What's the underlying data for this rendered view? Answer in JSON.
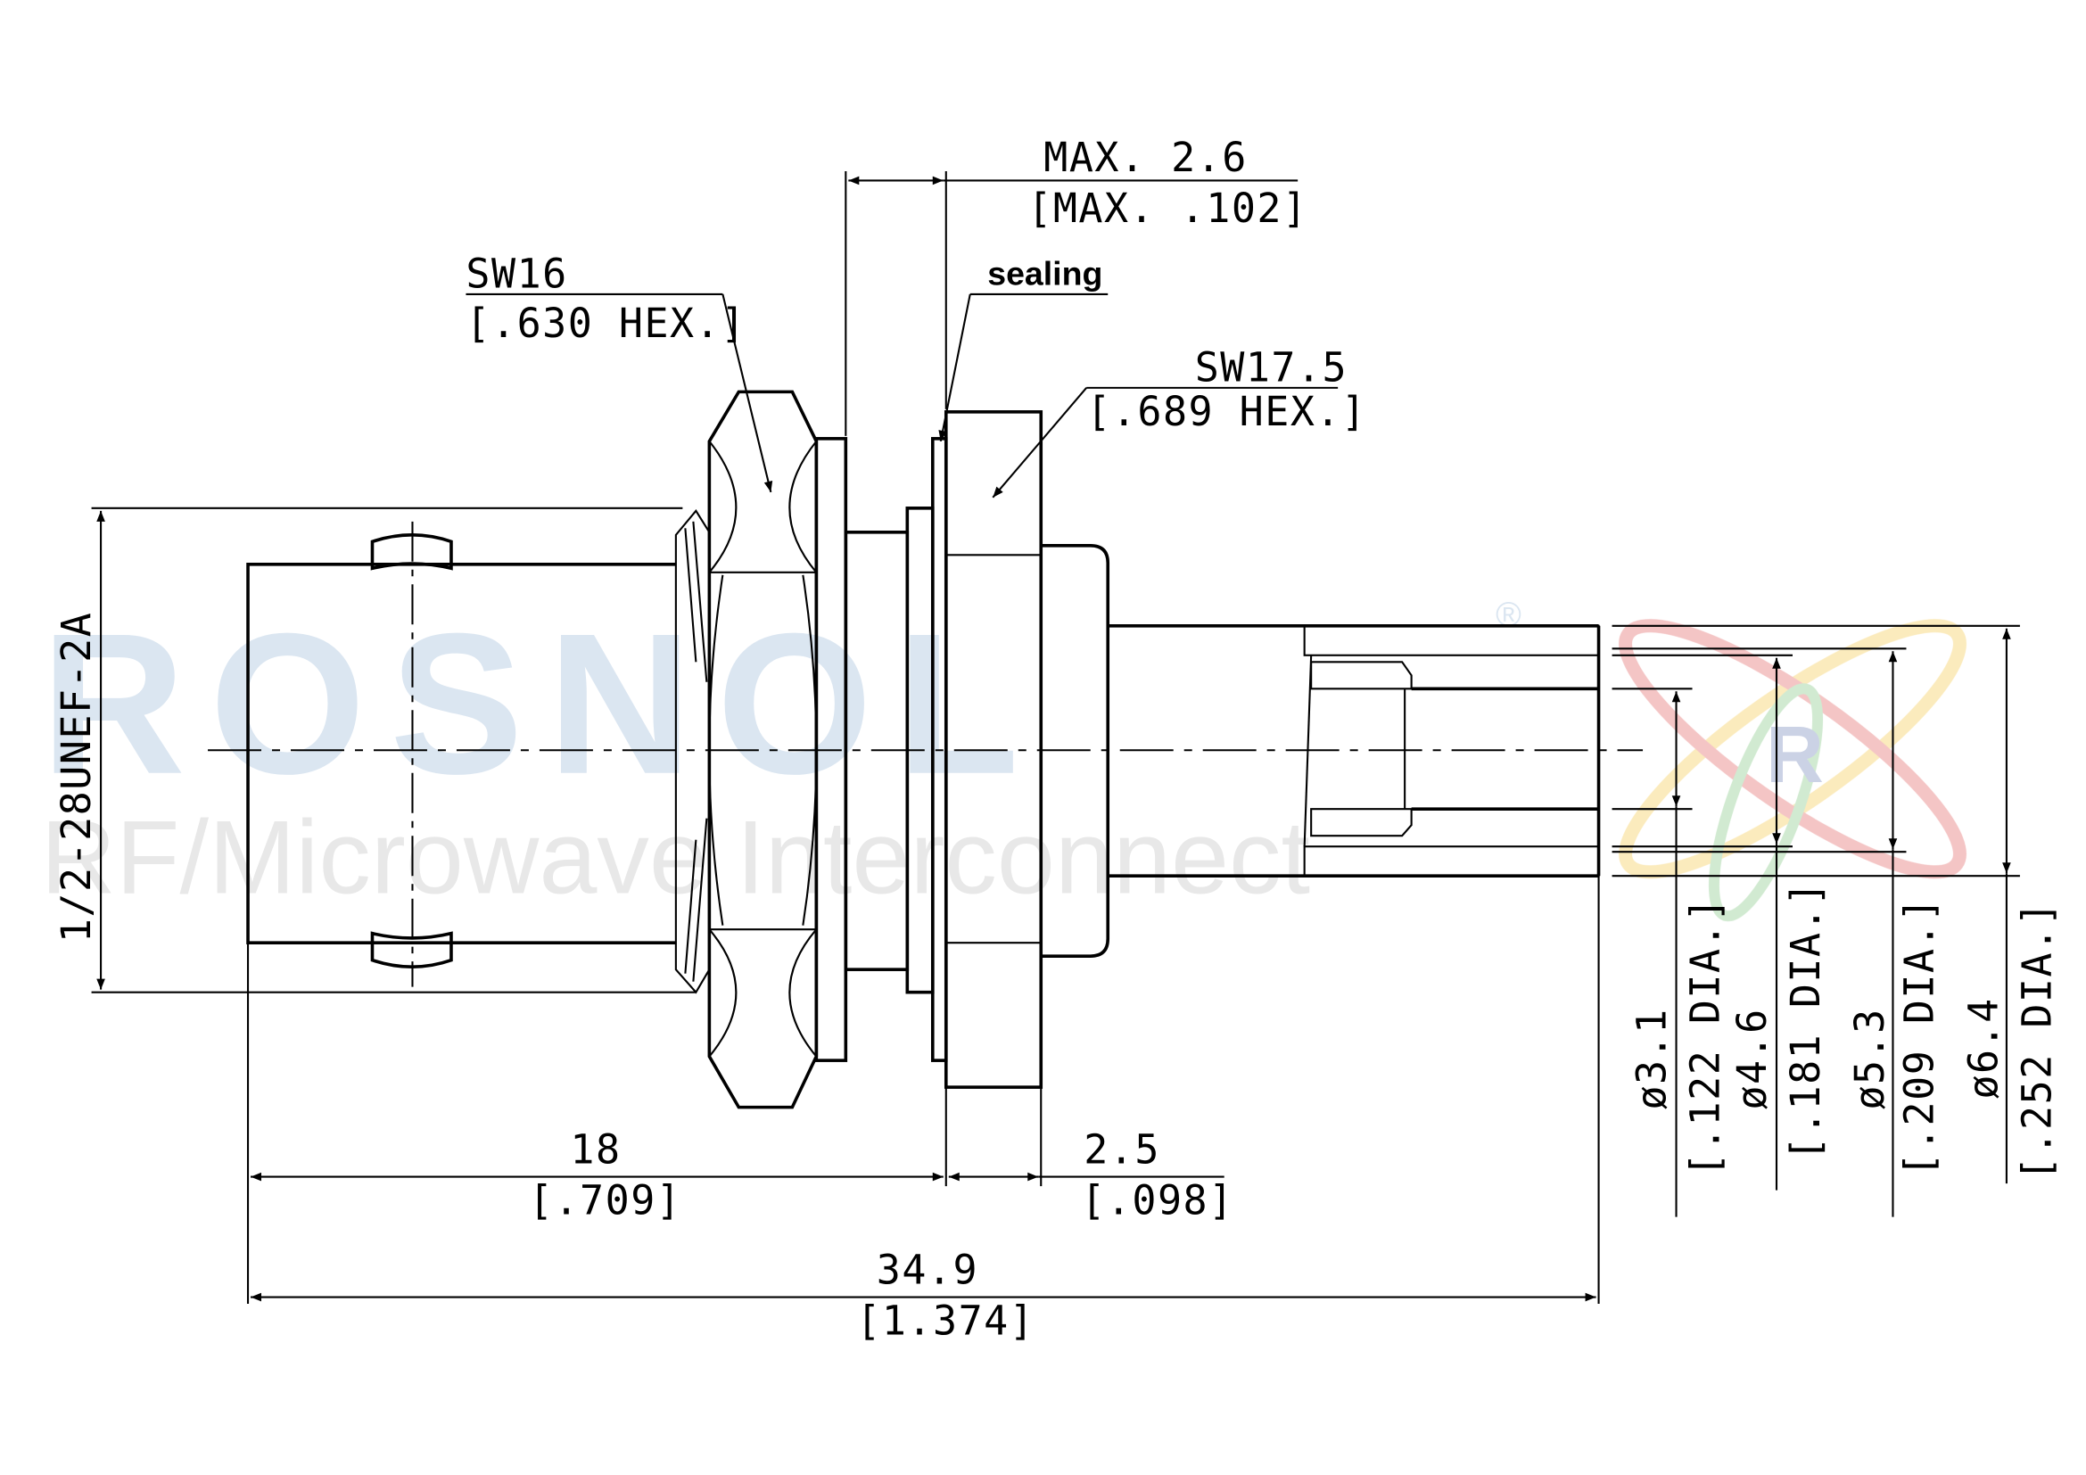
{
  "watermark": {
    "brand": "ROSNOL",
    "registered": "®",
    "tagline": "RF/Microwave Interconnect"
  },
  "labels": {
    "max_thickness": "MAX. 2.6",
    "max_thickness_in": "[MAX. .102]",
    "sw16": "SW16",
    "sw16_in": "[.630 HEX.]",
    "sealing": "sealing",
    "sw17_5": "SW17.5",
    "sw17_5_in": "[.689 HEX.]",
    "thread": "1/2-28UNEF-2A",
    "len_18": "18",
    "len_18_in": "[.709]",
    "len_2_5": "2.5",
    "len_2_5_in": "[.098]",
    "len_total": "34.9",
    "len_total_in": "[1.374]",
    "dia_3_1": "ø3.1",
    "dia_3_1_in": "[.122 DIA.]",
    "dia_4_6": "ø4.6",
    "dia_4_6_in": "[.181 DIA.]",
    "dia_5_3": "ø5.3",
    "dia_5_3_in": "[.209 DIA.]",
    "dia_6_4": "ø6.4",
    "dia_6_4_in": "[.252 DIA.]"
  }
}
